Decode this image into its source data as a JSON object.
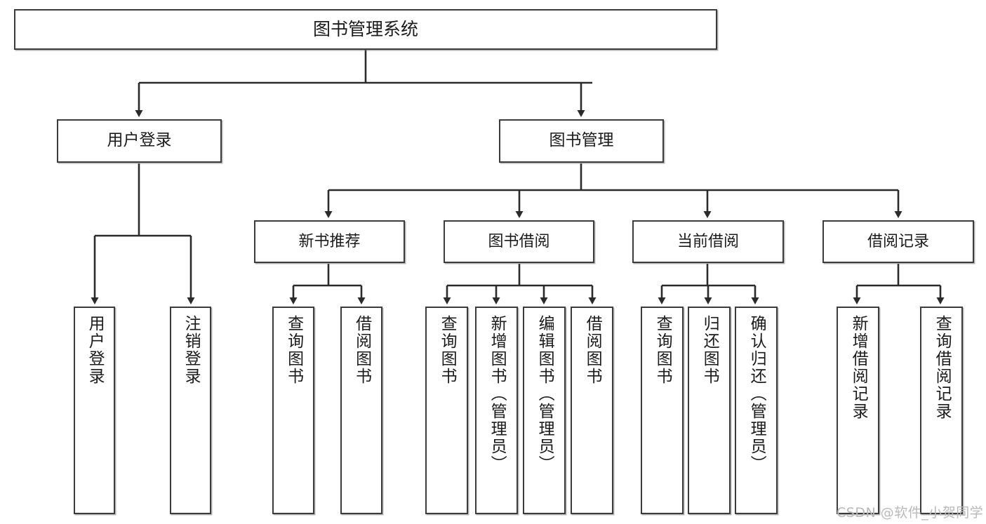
{
  "diagram": {
    "title": "图书管理系统",
    "type": "tree-hierarchy-diagram",
    "colors": {
      "box_border": "#3c3c3c",
      "box_fill": "#ffffff",
      "connector": "#2b2b2b",
      "text": "#1b1b1b",
      "watermark": "#b9b9b9",
      "background": "#ffffff"
    },
    "root": {
      "label": "图书管理系统"
    },
    "level2": [
      {
        "label": "用户登录"
      },
      {
        "label": "图书管理"
      }
    ],
    "level3": [
      {
        "label": "新书推荐"
      },
      {
        "label": "图书借阅"
      },
      {
        "label": "当前借阅"
      },
      {
        "label": "借阅记录"
      }
    ],
    "leaves": {
      "user_login": [
        {
          "label": "用户登录"
        },
        {
          "label": "注销登录"
        }
      ],
      "new_book_recommend": [
        {
          "label": "查询图书"
        },
        {
          "label": "借阅图书"
        }
      ],
      "book_borrow": [
        {
          "label": "查询图书"
        },
        {
          "label": "新增图书（管理员）"
        },
        {
          "label": "编辑图书（管理员）"
        },
        {
          "label": "借阅图书"
        }
      ],
      "current_borrow": [
        {
          "label": "查询图书"
        },
        {
          "label": "归还图书"
        },
        {
          "label": "确认归还（管理员）"
        }
      ],
      "borrow_record": [
        {
          "label": "新增借阅记录"
        },
        {
          "label": "查询借阅记录"
        }
      ]
    }
  },
  "watermark": {
    "text": "CSDN @软件_小贺同学"
  }
}
